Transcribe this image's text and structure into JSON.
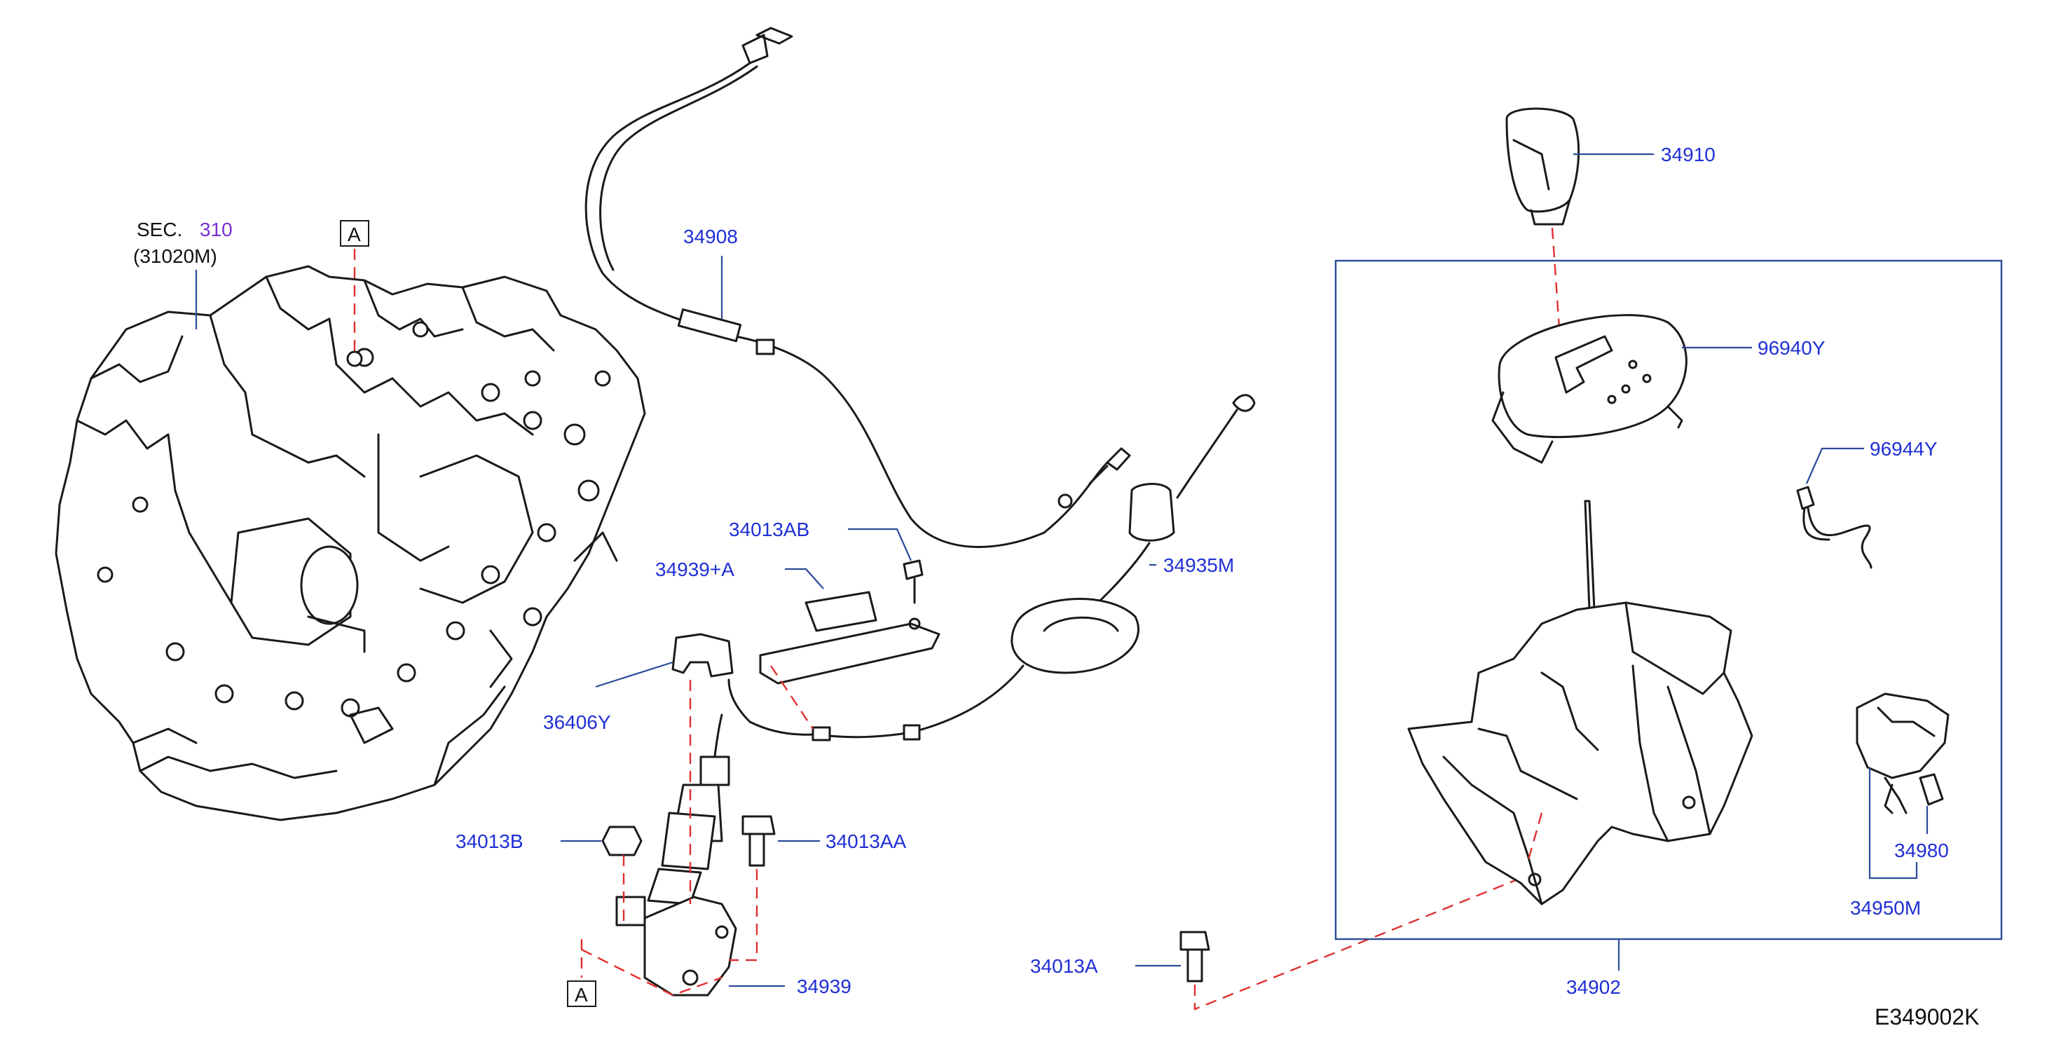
{
  "labels": {
    "sec": "SEC.",
    "sec_num": "310",
    "sec_part": "(31020M)",
    "ref_a_top": "A",
    "ref_a_bottom": "A",
    "p34908": "34908",
    "p34910": "34910",
    "p96940Y": "96940Y",
    "p96944Y": "96944Y",
    "p34013AB": "34013AB",
    "p34939A": "34939+A",
    "p34935M": "34935M",
    "p36406Y": "36406Y",
    "p34013B": "34013B",
    "p34013AA": "34013AA",
    "p34939": "34939",
    "p34013A": "34013A",
    "p34902": "34902",
    "p34980": "34980",
    "p34950M": "34950M",
    "diagram_id": "E349002K"
  },
  "colors": {
    "part_number": "#1f2fd6",
    "section_ref": "#7a2fcf",
    "leader_line": "#2b4a9a",
    "dashed_line": "#e03030",
    "drawing": "#1a1a1a"
  }
}
